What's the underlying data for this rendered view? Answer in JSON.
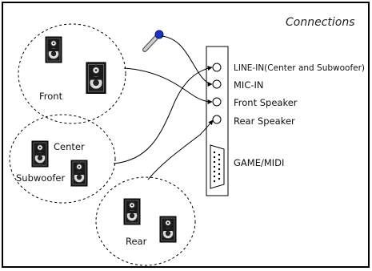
{
  "title": "Connections",
  "groups": {
    "front": "Front",
    "center": "Center",
    "subwoofer": "Subwoofer",
    "rear": "Rear"
  },
  "ports": {
    "line_in": "LINE-IN(Center and Subwoofer)",
    "mic_in": "MIC-IN",
    "front_speaker": "Front Speaker",
    "rear_speaker": "Rear Speaker",
    "game_midi": "GAME/MIDI"
  }
}
